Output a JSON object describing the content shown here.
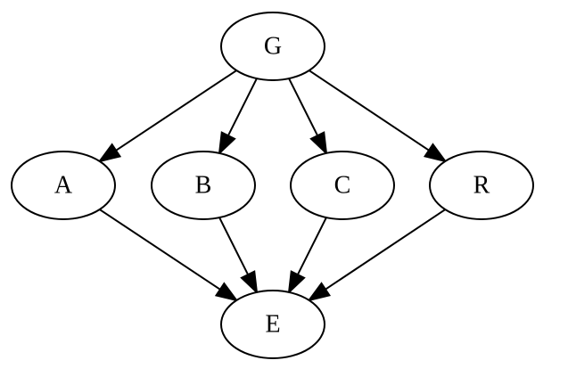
{
  "diagram": {
    "nodes": [
      {
        "id": "G",
        "label": "G"
      },
      {
        "id": "A",
        "label": "A"
      },
      {
        "id": "B",
        "label": "B"
      },
      {
        "id": "C",
        "label": "C"
      },
      {
        "id": "R",
        "label": "R"
      },
      {
        "id": "E",
        "label": "E"
      }
    ],
    "edges": [
      {
        "from": "G",
        "to": "A"
      },
      {
        "from": "G",
        "to": "B"
      },
      {
        "from": "G",
        "to": "C"
      },
      {
        "from": "G",
        "to": "R"
      },
      {
        "from": "A",
        "to": "E"
      },
      {
        "from": "B",
        "to": "E"
      },
      {
        "from": "C",
        "to": "E"
      },
      {
        "from": "R",
        "to": "E"
      }
    ],
    "colors": {
      "stroke": "#000000",
      "fill": "#ffffff",
      "background": "#ffffff"
    }
  }
}
